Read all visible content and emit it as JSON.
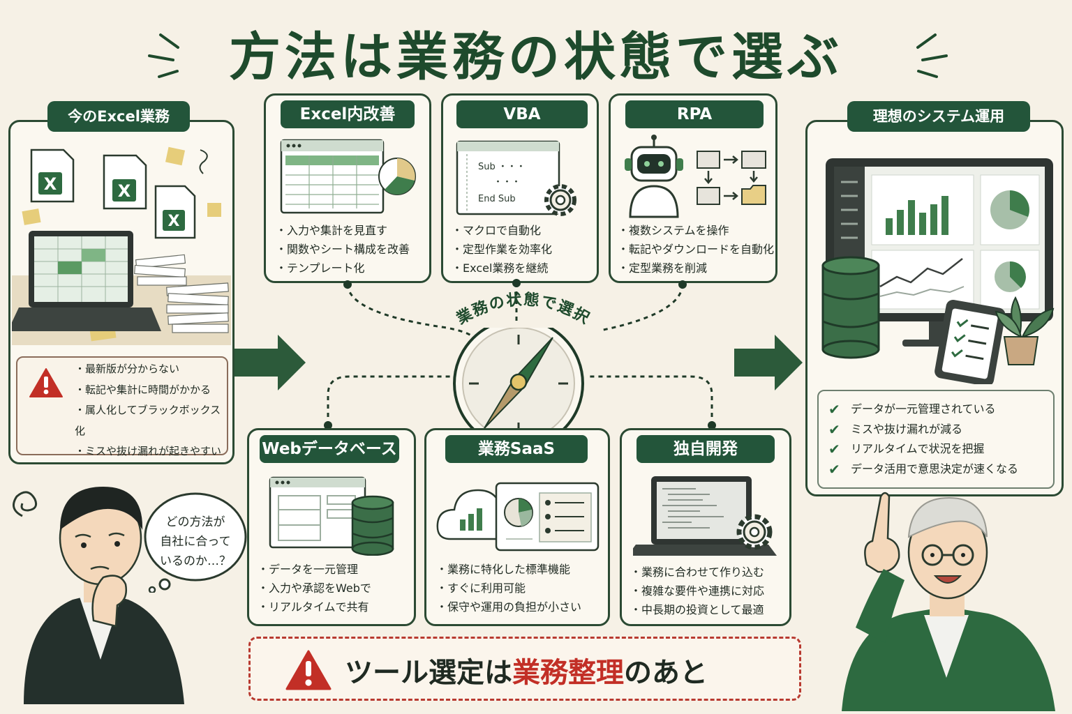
{
  "title": "方法は業務の状態で選ぶ",
  "center_label": "業務の状態で選択",
  "current": {
    "label": "今のExcel業務",
    "problems": [
      "最新版が分からない",
      "転記や集計に時間がかかる",
      "属人化してブラックボックス化",
      "ミスや抜け漏れが起きやすい"
    ]
  },
  "ideal": {
    "label": "理想のシステム運用",
    "benefits": [
      "データが一元管理されている",
      "ミスや抜け漏れが減る",
      "リアルタイムで状況を把握",
      "データ活用で意思決定が速くなる"
    ]
  },
  "options": [
    {
      "label": "Excel内改善",
      "bullets": [
        "入力や集計を見直す",
        "関数やシート構成を改善",
        "テンプレート化"
      ]
    },
    {
      "label": "VBA",
      "bullets": [
        "マクロで自動化",
        "定型作業を効率化",
        "Excel業務を継続"
      ]
    },
    {
      "label": "RPA",
      "bullets": [
        "複数システムを操作",
        "転記やダウンロードを自動化",
        "定型業務を削減"
      ]
    },
    {
      "label": "Webデータベース",
      "bullets": [
        "データを一元管理",
        "入力や承認をWebで",
        "リアルタイムで共有"
      ]
    },
    {
      "label": "業務SaaS",
      "bullets": [
        "業務に特化した標準機能",
        "すぐに利用可能",
        "保守や運用の負担が小さい"
      ]
    },
    {
      "label": "独自開発",
      "bullets": [
        "業務に合わせて作り込む",
        "複雑な要件や連携に対応",
        "中長期の投資として最適"
      ]
    }
  ],
  "vba_code": {
    "line1": "Sub ・・・",
    "line2": "・・・",
    "line3": "End Sub"
  },
  "excel_icon_letter": "X",
  "thought_bubble": {
    "line1": "どの方法が",
    "line2": "自社に合って",
    "line3": "いるのか…？"
  },
  "banner": {
    "part1": "ツール選定は",
    "highlight": "業務整理",
    "part2": "のあと"
  },
  "colors": {
    "primary": "#23553a",
    "accent_red": "#c22f26",
    "background": "#f6f1e6"
  }
}
